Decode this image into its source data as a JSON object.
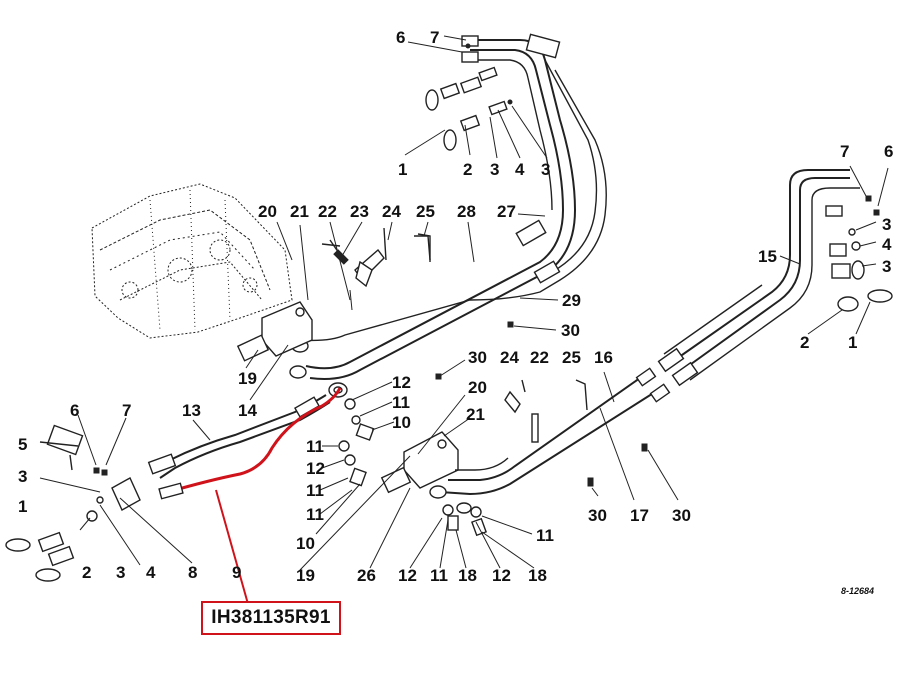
{
  "diagram": {
    "part_number": "IH381135R91",
    "figure_code": "8-12684",
    "highlight_color": "#d0121b",
    "callouts": [
      "1",
      "2",
      "3",
      "4",
      "3",
      "6",
      "7",
      "20",
      "21",
      "22",
      "23",
      "24",
      "25",
      "28",
      "27",
      "29",
      "30",
      "19",
      "14",
      "13",
      "6",
      "7",
      "5",
      "3",
      "1",
      "2",
      "3",
      "4",
      "8",
      "9",
      "12",
      "11",
      "10",
      "11",
      "12",
      "11",
      "11",
      "10",
      "19",
      "26",
      "30",
      "20",
      "21",
      "24",
      "22",
      "25",
      "16",
      "17",
      "30",
      "30",
      "11",
      "12",
      "11",
      "18",
      "12",
      "18",
      "7",
      "6",
      "3",
      "4",
      "3",
      "15",
      "2",
      "1"
    ]
  }
}
